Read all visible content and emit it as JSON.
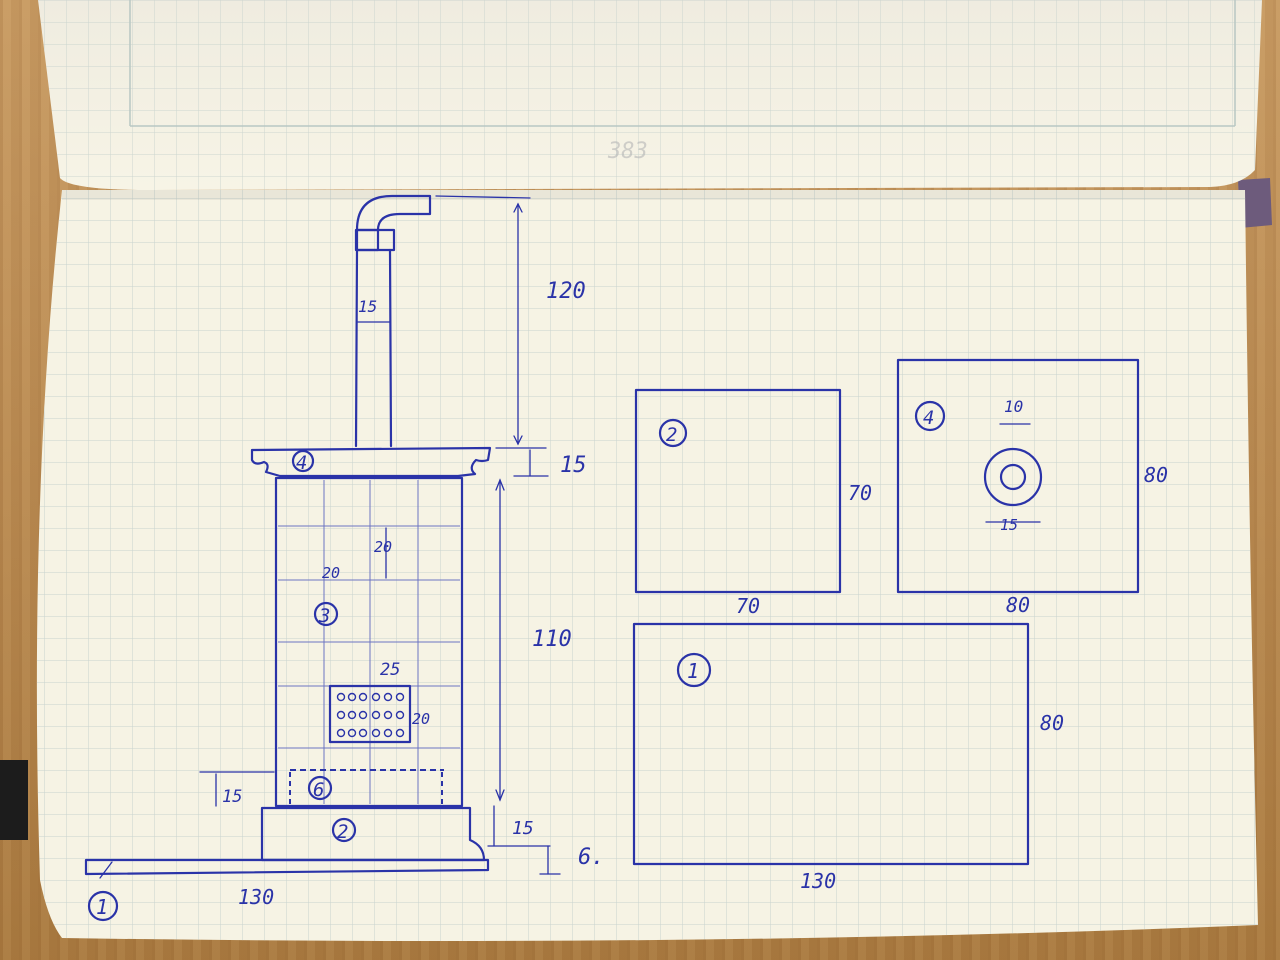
{
  "ghost_text": "383",
  "stove": {
    "chimney_height": "120",
    "pipe_width": "15",
    "cap_height": "15",
    "body_height": "110",
    "tile_height": "20",
    "tile_width": "20",
    "door_width": "25",
    "door_height": "20",
    "ash_height": "15",
    "base_height": "15",
    "plate_height": "6.",
    "floor_width": "130",
    "labels": {
      "floor": "1",
      "base": "2",
      "body": "3",
      "cap": "4",
      "ash": "6"
    }
  },
  "part_2": {
    "label": "2",
    "height": "70",
    "width": "70"
  },
  "part_4": {
    "label": "4",
    "hole": "10",
    "ring": "15",
    "height": "80",
    "width": "80"
  },
  "part_1": {
    "label": "1",
    "height": "80",
    "width": "130"
  },
  "colors": {
    "ink": "#2a33a8",
    "paper": "#f6f3e4",
    "grid": "#c9d3cf"
  }
}
